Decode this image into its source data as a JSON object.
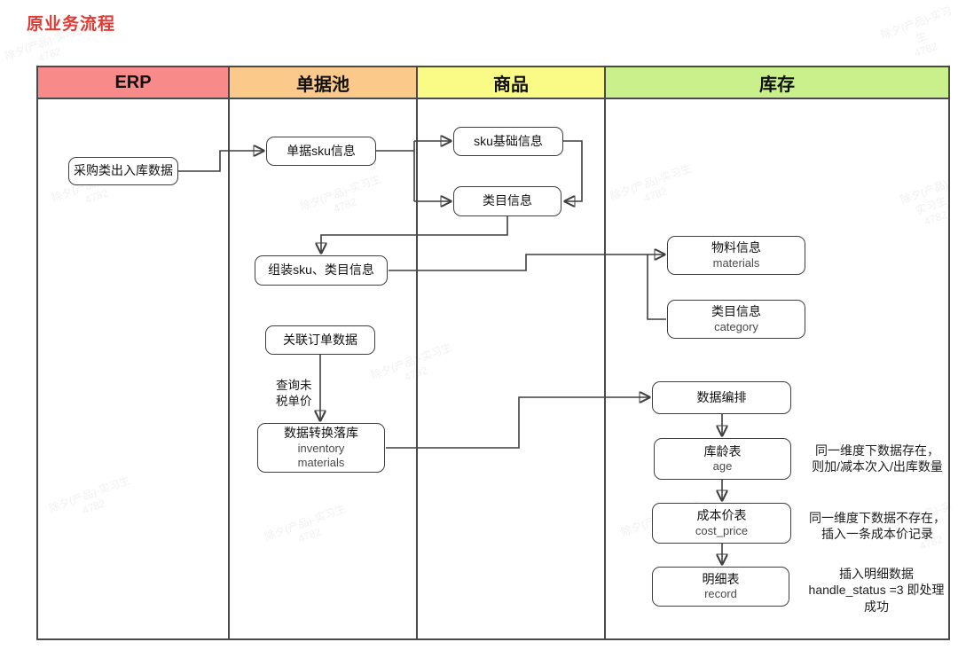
{
  "title": "原业务流程",
  "title_color": "#e23b33",
  "watermark": {
    "text": "除夕(产品)-实习生\n4782"
  },
  "lanes": [
    {
      "label": "ERP",
      "color": "#f88a8a"
    },
    {
      "label": "单据池",
      "color": "#fbc98a"
    },
    {
      "label": "商品",
      "color": "#fafa86"
    },
    {
      "label": "库存",
      "color": "#caf08b"
    }
  ],
  "nodes": {
    "purchase_data": {
      "label": "采购类出入库数据",
      "subs": []
    },
    "order_sku": {
      "label": "单据sku信息",
      "subs": []
    },
    "sku_base": {
      "label": "sku基础信息",
      "subs": []
    },
    "category_info": {
      "label": "类目信息",
      "subs": []
    },
    "assemble": {
      "label": "组装sku、类目信息",
      "subs": []
    },
    "materials": {
      "label": "物料信息",
      "subs": [
        "materials"
      ]
    },
    "category": {
      "label": "类目信息",
      "subs": [
        "category"
      ]
    },
    "related_order": {
      "label": "关联订单数据",
      "subs": []
    },
    "transform": {
      "label": "数据转换落库",
      "subs": [
        "inventory",
        "materials"
      ]
    },
    "orchestration": {
      "label": "数据编排",
      "subs": []
    },
    "age_table": {
      "label": "库龄表",
      "subs": [
        "age"
      ]
    },
    "cost_table": {
      "label": "成本价表",
      "subs": [
        "cost_price"
      ]
    },
    "record_table": {
      "label": "明细表",
      "subs": [
        "record"
      ]
    }
  },
  "edge_labels": {
    "query_price": [
      "查询未",
      "税单价"
    ]
  },
  "annotations": {
    "age_note": [
      "同一维度下数据存在，",
      "则加/减本次入/出库数量"
    ],
    "cost_note": [
      "同一维度下数据不存在，",
      "插入一条成本价记录"
    ],
    "record_note": [
      "插入明细数据",
      "handle_status =3 即处理",
      "成功"
    ]
  }
}
